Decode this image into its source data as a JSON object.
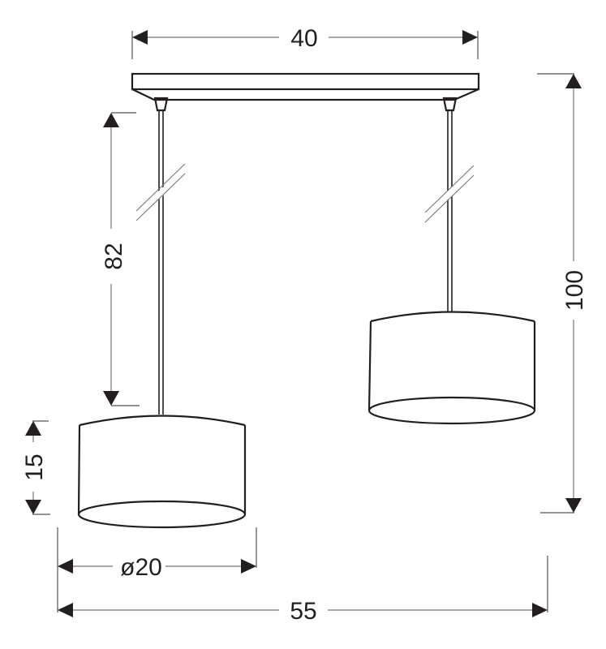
{
  "diagram": {
    "subject": "Two-light pendant lamp with canopy bar and drum shades",
    "units": "cm",
    "colors": {
      "line": "#231f20",
      "dimension_line": "#8c8c8c",
      "background": "#ffffff"
    },
    "dimensions": {
      "canopy_width": {
        "label": "40",
        "orientation": "horizontal"
      },
      "cord_length": {
        "label": "82",
        "orientation": "vertical"
      },
      "total_height": {
        "label": "100",
        "orientation": "vertical"
      },
      "shade_height": {
        "label": "15",
        "orientation": "vertical"
      },
      "shade_diameter": {
        "label": "ø20",
        "orientation": "horizontal"
      },
      "total_width": {
        "label": "55",
        "orientation": "horizontal"
      }
    },
    "components": {
      "canopy": "canopy-bar",
      "cords": [
        "left-cord",
        "right-cord"
      ],
      "shades": [
        "left-drum-shade",
        "right-drum-shade"
      ],
      "break_marks": [
        "left-cord-break",
        "right-cord-break"
      ]
    }
  }
}
